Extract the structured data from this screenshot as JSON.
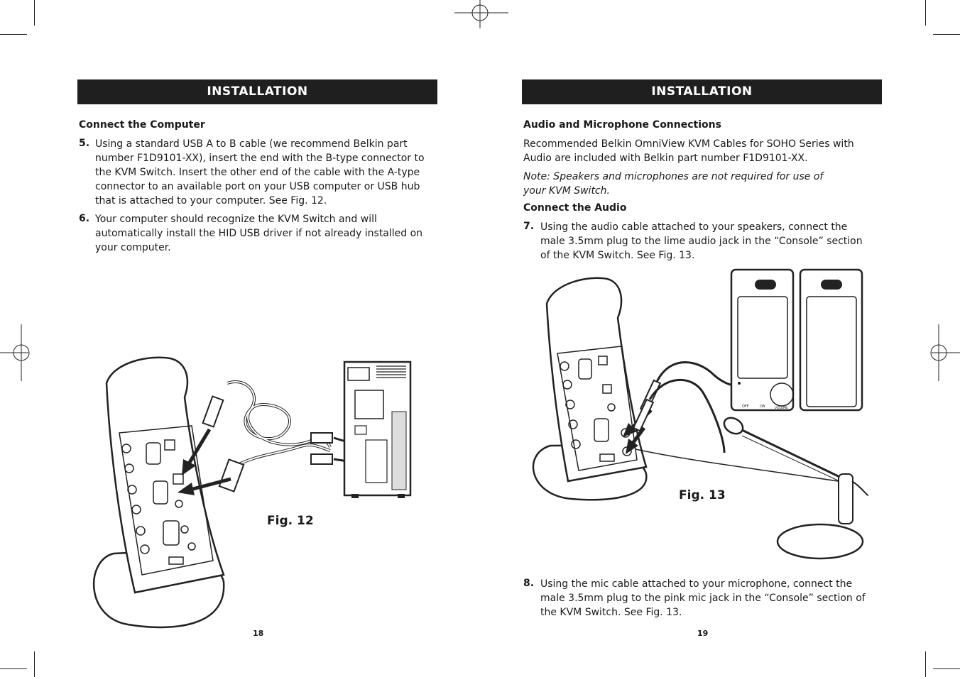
{
  "left_page": {
    "header": "INSTALLATION",
    "heading": "Connect the Computer",
    "steps": [
      {
        "num": "5.",
        "text": "Using a standard USB A to B cable (we recommend Belkin part number F1D9101-XX), insert the end with the B-type connector to the KVM Switch. Insert the other end of the cable with the A-type connector to an available port on your USB computer or USB hub that is attached to your computer. See Fig. 12."
      },
      {
        "num": "6.",
        "text": "Your computer should recognize the KVM Switch and will automatically install the HID USB driver if not already installed on your computer."
      }
    ],
    "figure_label": "Fig. 12",
    "page_number": "18"
  },
  "right_page": {
    "header": "INSTALLATION",
    "heading_audio": "Audio and Microphone Connections",
    "intro": "Recommended Belkin OmniView KVM Cables for SOHO Series with Audio are included with Belkin part number F1D9101-XX.",
    "note": "Note: Speakers and microphones are not required for use of your KVM Switch.",
    "heading_connect": "Connect the Audio",
    "steps": [
      {
        "num": "7.",
        "text": "Using the audio cable attached to your speakers, connect the male 3.5mm plug to the lime audio jack in the “Console” section of the KVM Switch. See Fig. 13."
      },
      {
        "num": "8.",
        "text": "Using the mic cable attached to your microphone, connect the male 3.5mm plug to the pink mic jack in the “Console” section of the KVM Switch. See Fig. 13."
      }
    ],
    "figure_label": "Fig. 13",
    "speaker_labels": {
      "off": "OFF",
      "on": "ON",
      "volume": "VOLUME"
    },
    "page_number": "19"
  }
}
